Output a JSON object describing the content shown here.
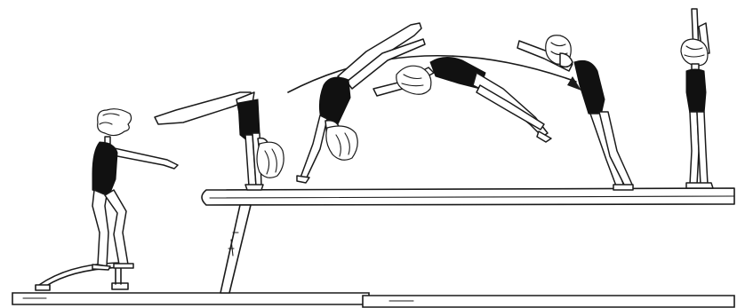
{
  "figure": {
    "subject": "gymnast-balance-beam-mount-sequence",
    "frames": [
      {
        "phase": "springboard-takeoff"
      },
      {
        "phase": "handstand-on-beam"
      },
      {
        "phase": "back-walkover-rising"
      },
      {
        "phase": "back-walkover-bridge"
      },
      {
        "phase": "walkover-landing"
      },
      {
        "phase": "finish-arms-up"
      }
    ],
    "colors": {
      "ink": "#1a1a1a",
      "leotard": "#111111",
      "background": "#ffffff"
    }
  }
}
